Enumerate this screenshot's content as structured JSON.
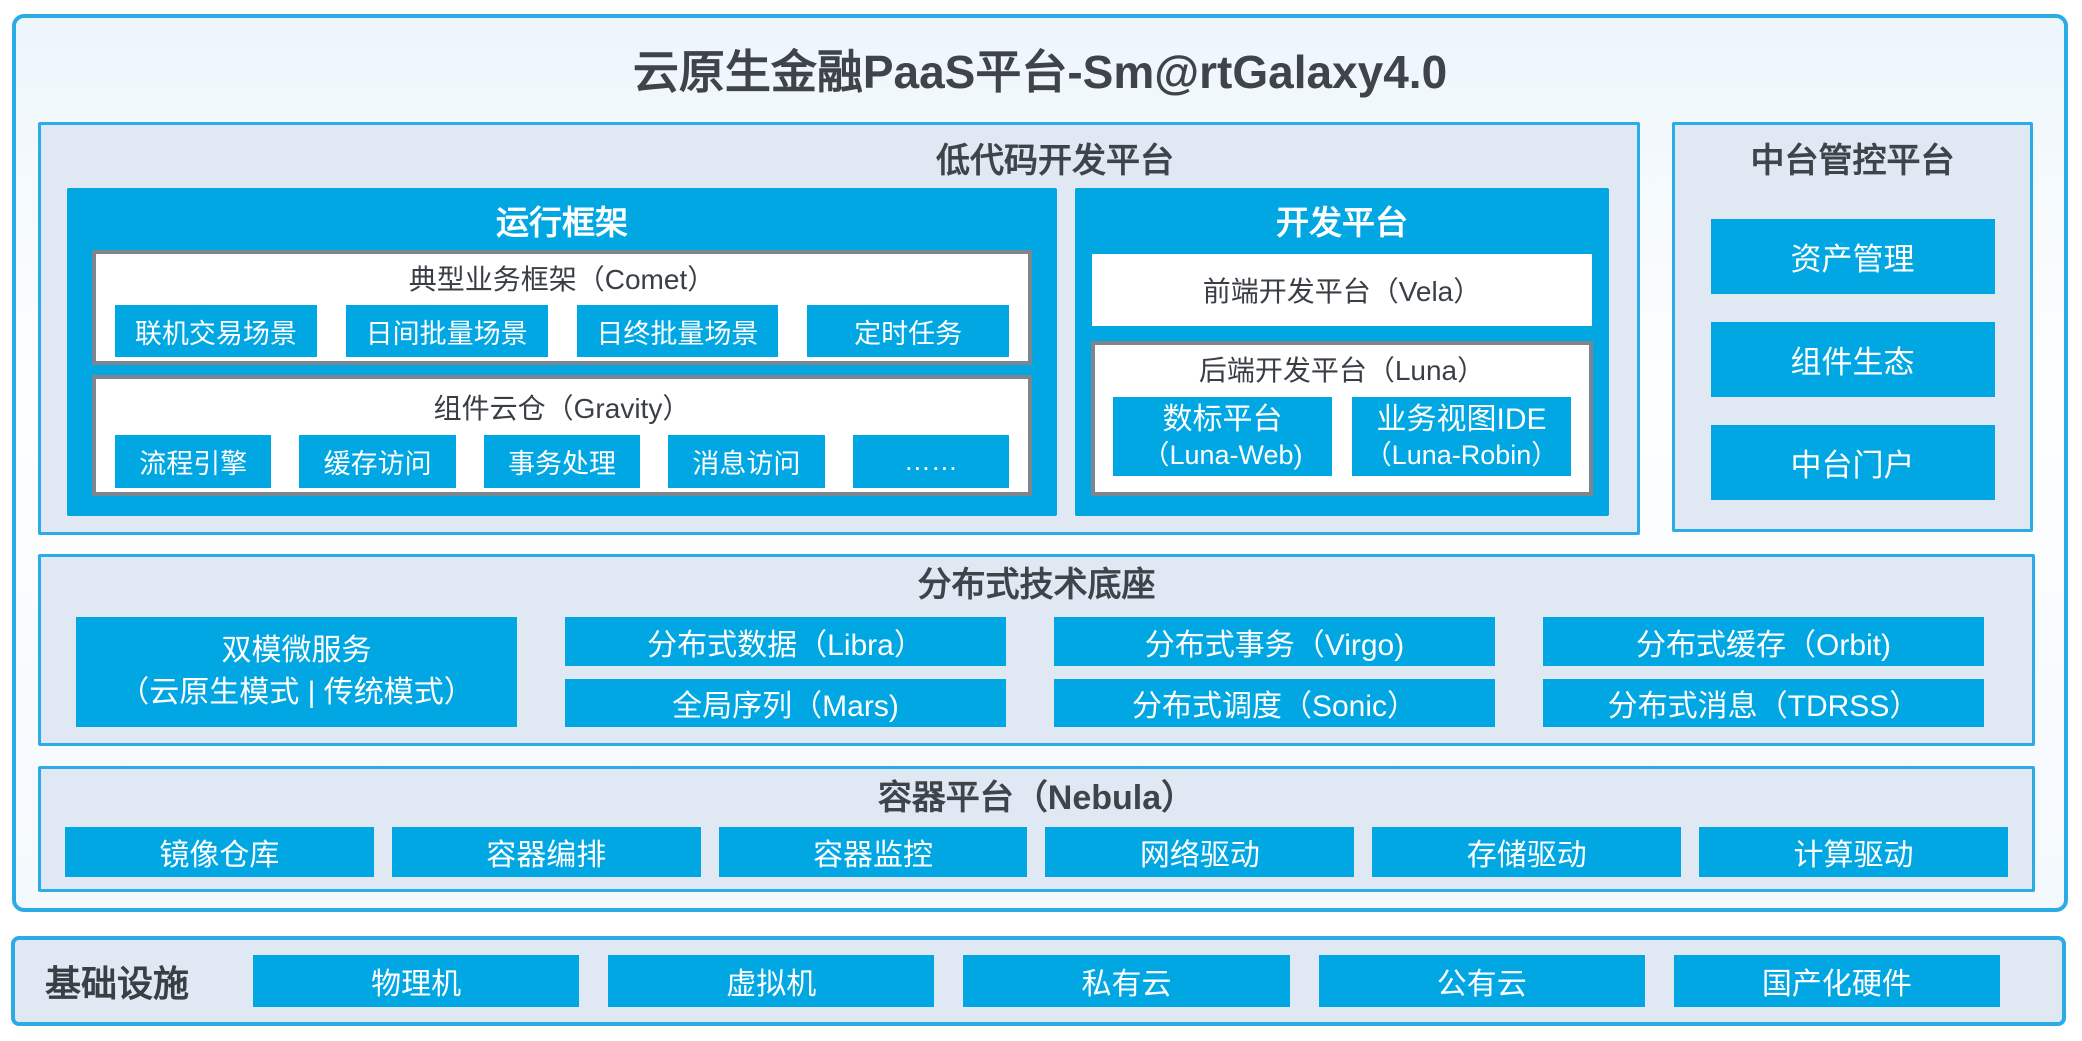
{
  "title": "云原生金融PaaS平台-Sm@rtGalaxy4.0",
  "colors": {
    "accent_cyan": "#00a7e3",
    "border_cyan": "#2bace6",
    "panel_bg": "#dfe8f3",
    "border_gray": "#7d868f",
    "text_dark": "#3e4449"
  },
  "lowcode": {
    "title": "低代码开发平台",
    "run_framework": {
      "title": "运行框架",
      "comet": {
        "title": "典型业务框架（Comet）",
        "chips": [
          "联机交易场景",
          "日间批量场景",
          "日终批量场景",
          "定时任务"
        ]
      },
      "gravity": {
        "title": "组件云仓（Gravity）",
        "chips": [
          "流程引擎",
          "缓存访问",
          "事务处理",
          "消息访问",
          "……"
        ]
      }
    },
    "dev_platform": {
      "title": "开发平台",
      "vela": "前端开发平台（Vela）",
      "luna": {
        "title": "后端开发平台（Luna）",
        "chips": [
          {
            "line1": "数标平台",
            "line2": "（Luna-Web)"
          },
          {
            "line1": "业务视图IDE",
            "line2": "（Luna-Robin）"
          }
        ]
      }
    }
  },
  "mgmt": {
    "title": "中台管控平台",
    "buttons": [
      "资产管理",
      "组件生态",
      "中台门户"
    ]
  },
  "distributed": {
    "title": "分布式技术底座",
    "dual_mode": {
      "line1": "双模微服务",
      "line2": "（云原生模式 | 传统模式）"
    },
    "columns": [
      [
        "分布式数据（Libra）",
        "全局序列（Mars)"
      ],
      [
        "分布式事务（Virgo)",
        "分布式调度（Sonic）"
      ],
      [
        "分布式缓存（Orbit)",
        "分布式消息（TDRSS）"
      ]
    ]
  },
  "container_platform": {
    "title": "容器平台（Nebula）",
    "chips": [
      "镜像仓库",
      "容器编排",
      "容器监控",
      "网络驱动",
      "存储驱动",
      "计算驱动"
    ]
  },
  "infrastructure": {
    "label": "基础设施",
    "chips": [
      "物理机",
      "虚拟机",
      "私有云",
      "公有云",
      "国产化硬件"
    ]
  }
}
